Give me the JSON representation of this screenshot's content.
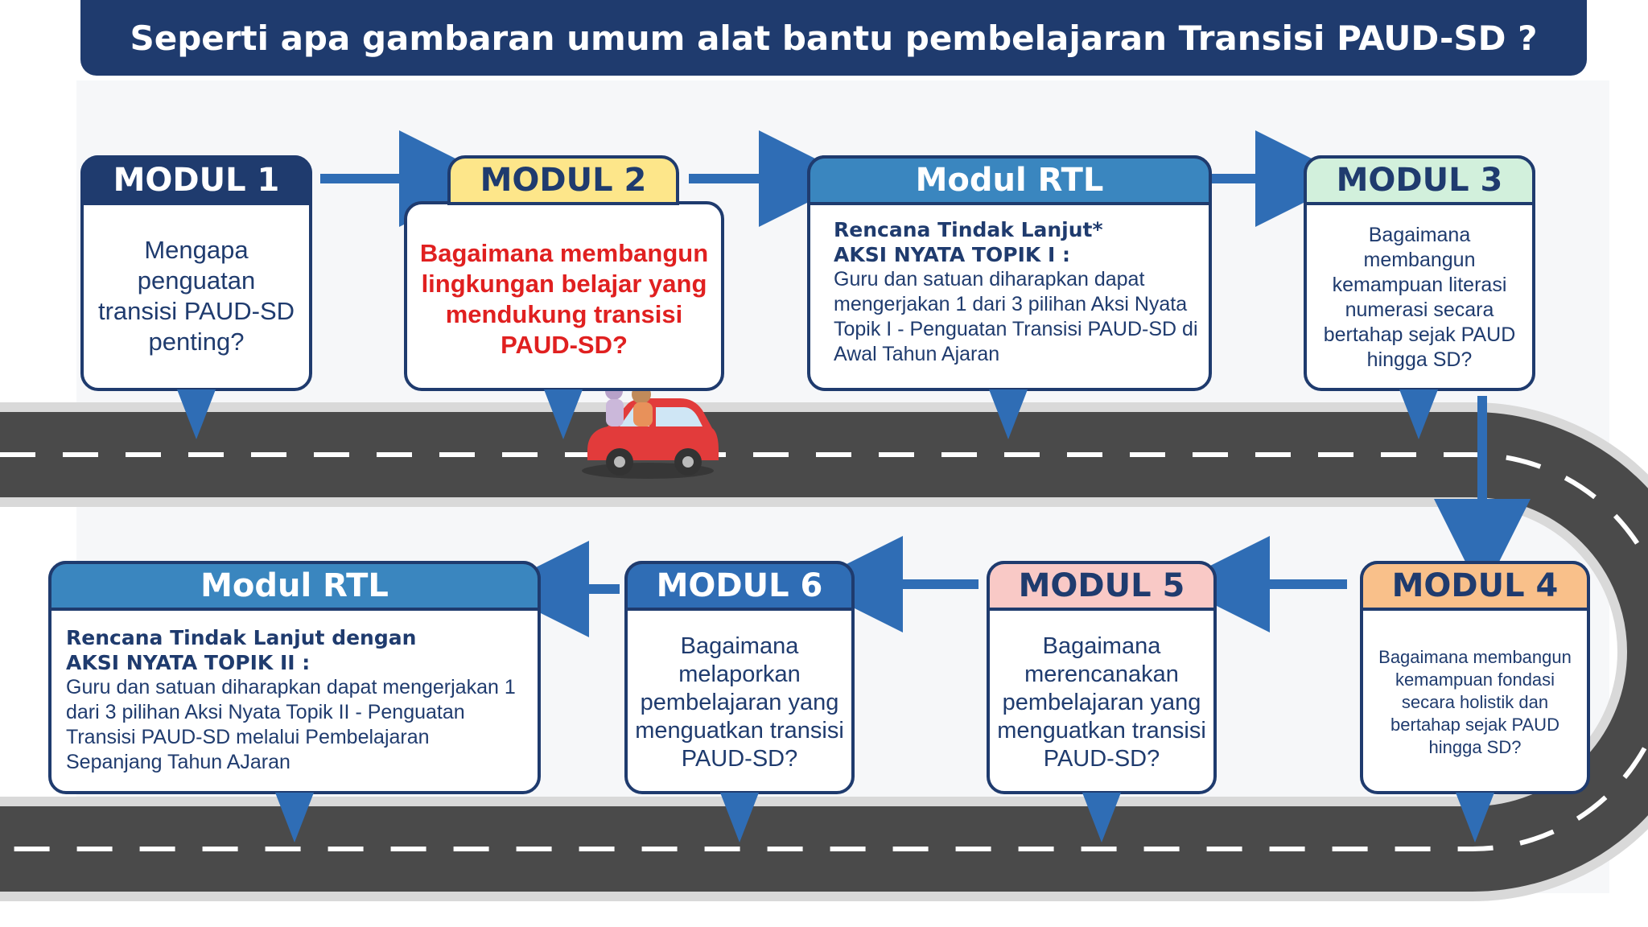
{
  "header": {
    "title": "Seperti apa gambaran umum alat bantu pembelajaran Transisi PAUD-SD ?"
  },
  "modules": {
    "m1": {
      "label": "MODUL 1",
      "text": "Mengapa penguatan transisi PAUD-SD penting?"
    },
    "m2": {
      "label": "MODUL 2",
      "text": "Bagaimana membangun lingkungan belajar yang mendukung transisi PAUD-SD?"
    },
    "rtl1": {
      "label": "Modul RTL",
      "line1": "Rencana Tindak Lanjut*",
      "line2": "AKSI NYATA TOPIK I :",
      "text": "Guru dan satuan diharapkan dapat mengerjakan 1 dari 3 pilihan Aksi Nyata Topik I - Penguatan Transisi PAUD-SD di Awal Tahun Ajaran"
    },
    "m3": {
      "label": "MODUL 3",
      "text": "Bagaimana membangun kemampuan literasi numerasi secara bertahap sejak PAUD hingga SD?"
    },
    "m4": {
      "label": "MODUL 4",
      "text": "Bagaimana membangun kemampuan fondasi secara holistik dan bertahap sejak PAUD hingga SD?"
    },
    "m5": {
      "label": "MODUL 5",
      "text": "Bagaimana merencanakan pembelajaran yang menguatkan transisi PAUD-SD?"
    },
    "m6": {
      "label": "MODUL 6",
      "text": "Bagaimana melaporkan pembelajaran yang menguatkan transisi PAUD-SD?"
    },
    "rtl2": {
      "label": "Modul RTL",
      "line1": "Rencana Tindak Lanjut dengan",
      "line2": "AKSI NYATA TOPIK II :",
      "text": "Guru dan satuan diharapkan dapat mengerjakan 1 dari 3 pilihan Aksi Nyata Topik II - Penguatan Transisi PAUD-SD melalui Pembelajaran Sepanjang Tahun AJaran"
    }
  },
  "colors": {
    "navy": "#1f3b6e",
    "arrow_blue": "#2f6db5",
    "road": "#4a4a4a",
    "highlight_red": "#e02020"
  }
}
